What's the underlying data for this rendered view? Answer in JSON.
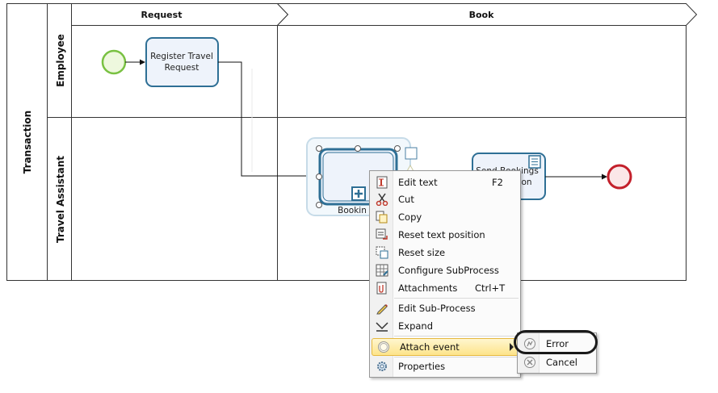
{
  "pool": {
    "label": "Transaction"
  },
  "lanes": [
    {
      "label": "Employee"
    },
    {
      "label": "Travel Assistant"
    }
  ],
  "phases": [
    {
      "label": "Request"
    },
    {
      "label": "Book"
    }
  ],
  "tasks": {
    "register": {
      "line1": "Register Travel",
      "line2": "Request"
    },
    "booking": {
      "label": "Bookin"
    },
    "send": {
      "line1": "Send Bookings",
      "line2": "on"
    }
  },
  "colors": {
    "task_border": "#2e6f95",
    "start": "#79c142",
    "end": "#c3202b",
    "highlight": "#fde48a"
  },
  "context_menu": {
    "items": [
      {
        "label": "Edit text",
        "shortcut": "F2",
        "icon": "edit-text-icon"
      },
      {
        "label": "Cut",
        "shortcut": "",
        "icon": "scissors-icon"
      },
      {
        "label": "Copy",
        "shortcut": "",
        "icon": "copy-icon"
      },
      {
        "label": "Reset text position",
        "shortcut": "",
        "icon": "reset-text-position-icon"
      },
      {
        "label": "Reset size",
        "shortcut": "",
        "icon": "reset-size-icon"
      },
      {
        "label": "Configure SubProcess",
        "shortcut": "",
        "icon": "configure-subprocess-icon"
      },
      {
        "label": "Attachments",
        "shortcut": "Ctrl+T",
        "icon": "attachments-icon"
      },
      {
        "label": "Edit Sub-Process",
        "shortcut": "",
        "icon": "pencil-icon"
      },
      {
        "label": "Expand",
        "shortcut": "",
        "icon": "expand-icon"
      },
      {
        "label": "Attach event",
        "shortcut": "",
        "icon": "event-circle-icon"
      },
      {
        "label": "Properties",
        "shortcut": "",
        "icon": "gear-icon"
      }
    ]
  },
  "submenu": {
    "items": [
      {
        "label": "Error",
        "icon": "error-event-icon"
      },
      {
        "label": "Cancel",
        "icon": "cancel-event-icon"
      }
    ]
  }
}
